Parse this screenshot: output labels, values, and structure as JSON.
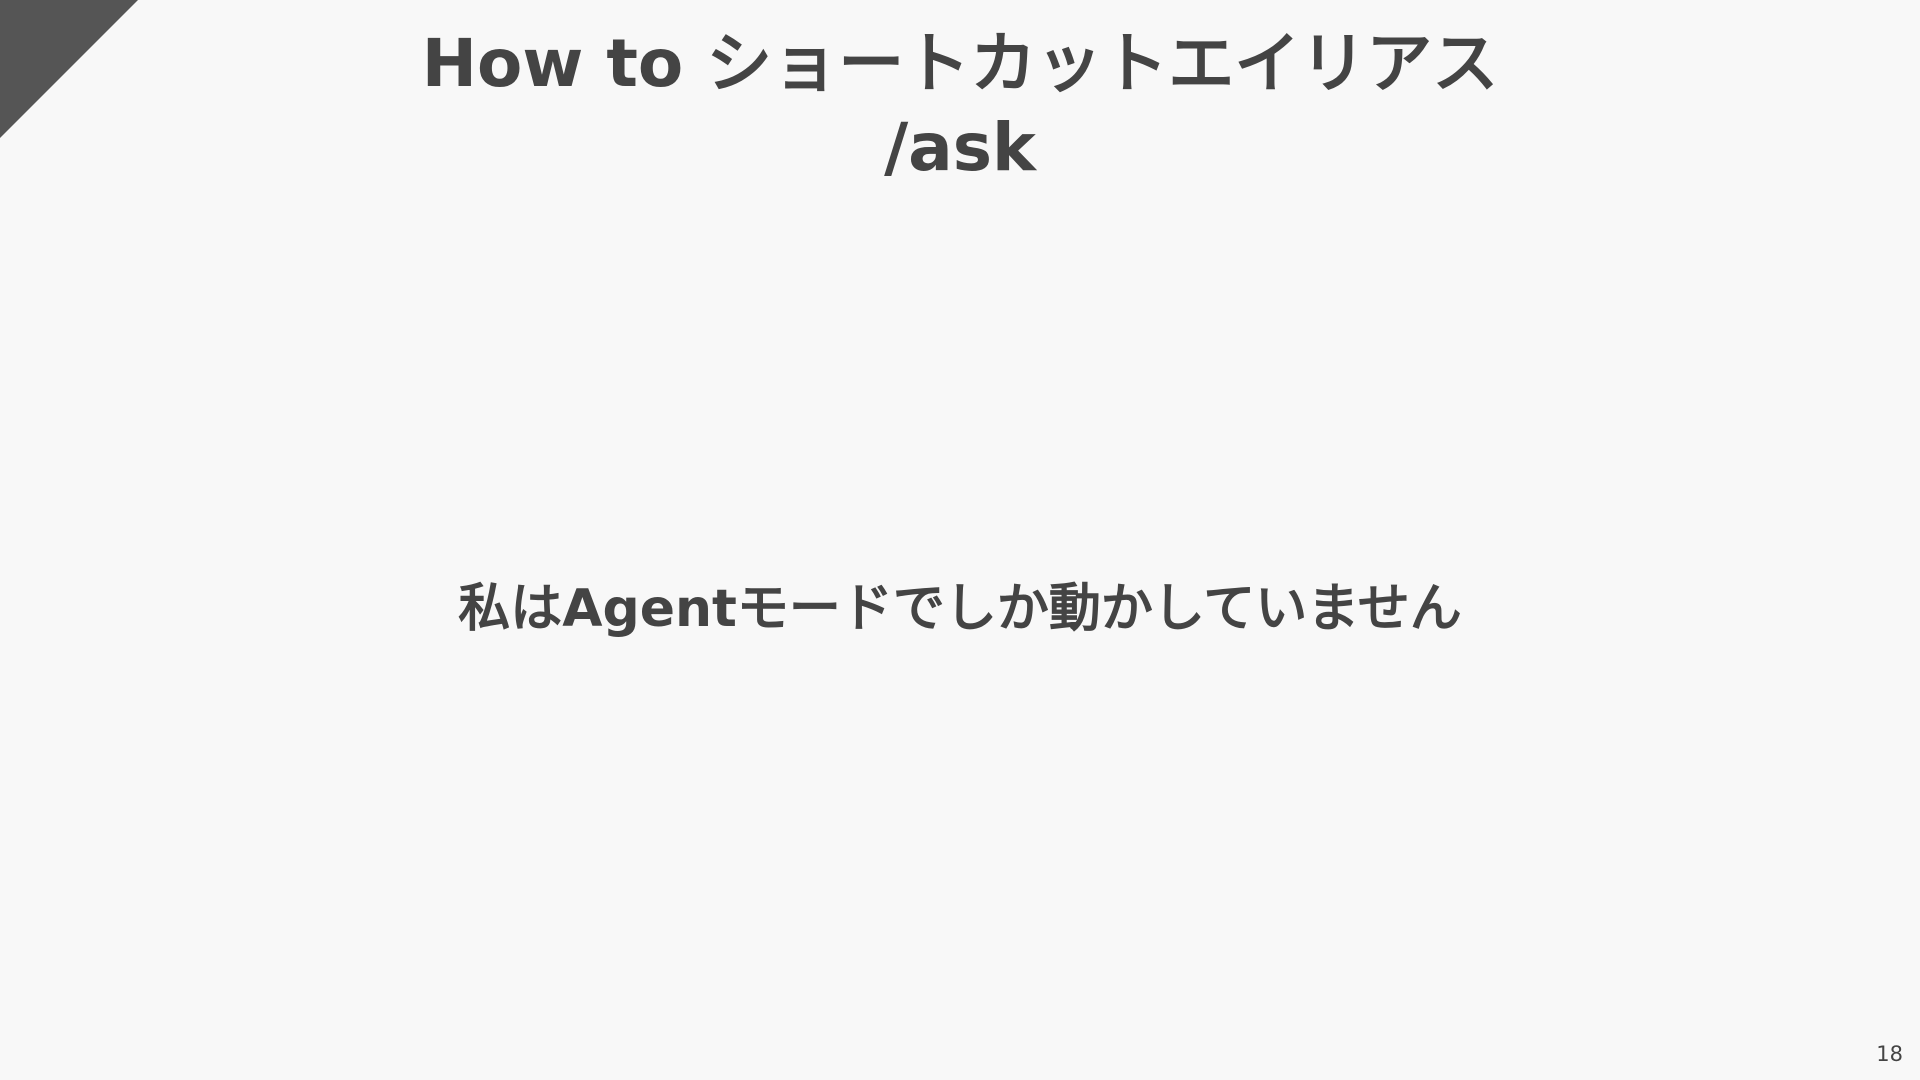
{
  "slide": {
    "title_line1": "How to ショートカットエイリアス",
    "title_line2": "/ask",
    "body": "私はAgentモードでしか動かしていません",
    "page_number": "18"
  },
  "colors": {
    "background": "#f8f8f8",
    "text": "#444444",
    "corner_accent": "#555555"
  }
}
